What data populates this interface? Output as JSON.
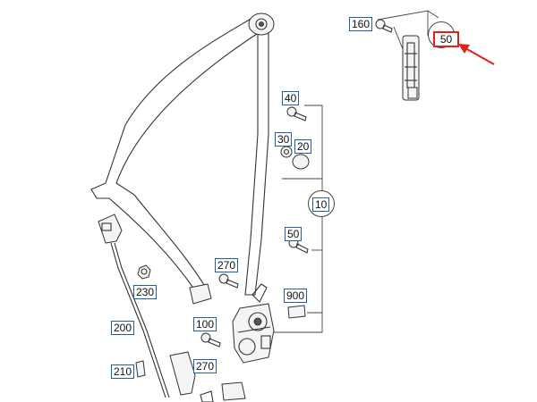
{
  "diagram": {
    "accent_color": "#1f5fa8",
    "highlight_color": "#e0201b",
    "callouts": {
      "c160": "160",
      "c50_top": "50",
      "c40": "40",
      "c30": "30",
      "c20": "20",
      "c10": "10",
      "c50_mid": "50",
      "c270_top": "270",
      "c230": "230",
      "c900": "900",
      "c200": "200",
      "c100": "100",
      "c210": "210",
      "c270_bottom": "270"
    }
  }
}
